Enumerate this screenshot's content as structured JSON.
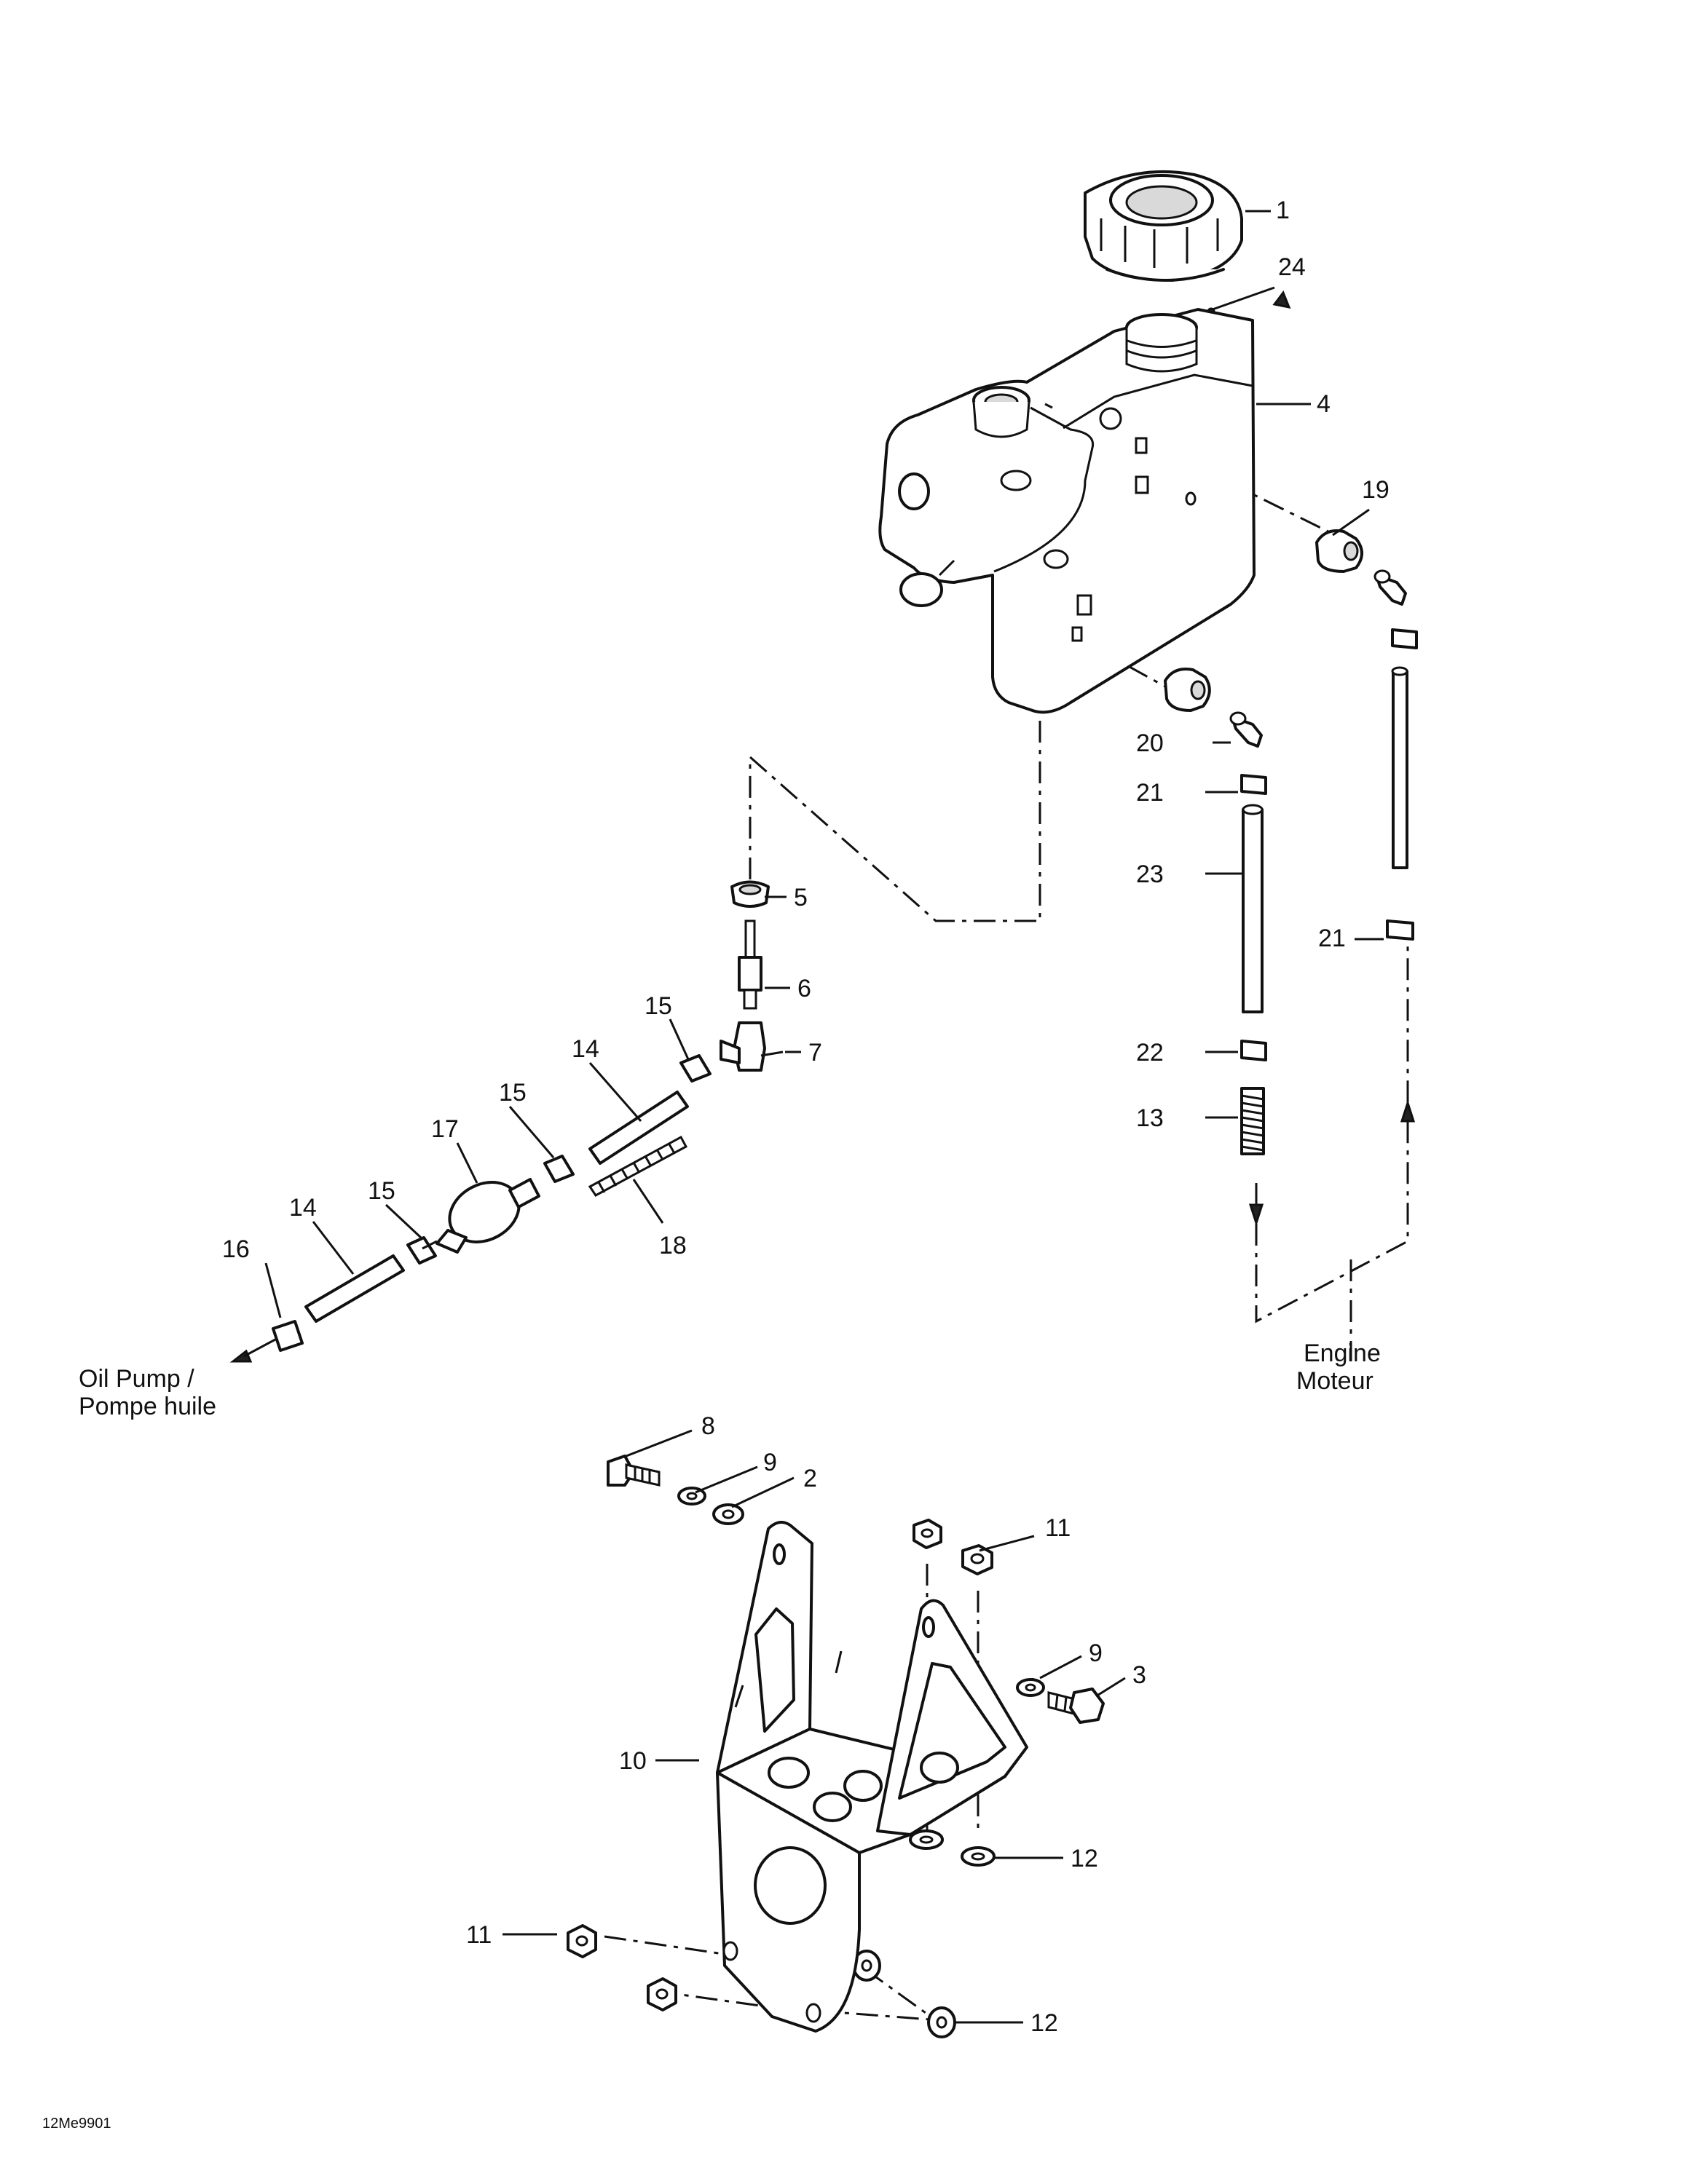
{
  "figure_ref": "12Me9901",
  "notes": {
    "oil_pump_en": "Oil Pump /",
    "oil_pump_fr": "Pompe huile",
    "engine_en": "Engine",
    "engine_fr": "Moteur"
  },
  "callouts": {
    "c1": "1",
    "c24": "24",
    "c4": "4",
    "c19": "19",
    "c20": "20",
    "c21a": "21",
    "c21b": "21",
    "c23": "23",
    "c22": "22",
    "c13": "13",
    "c5": "5",
    "c6": "6",
    "c7": "7",
    "c15a": "15",
    "c15b": "15",
    "c15c": "15",
    "c14a": "14",
    "c14b": "14",
    "c17": "17",
    "c16": "16",
    "c18": "18",
    "c8": "8",
    "c9a": "9",
    "c2": "2",
    "c11a": "11",
    "c9b": "9",
    "c3": "3",
    "c10": "10",
    "c12a": "12",
    "c11b": "11",
    "c12b": "12"
  }
}
